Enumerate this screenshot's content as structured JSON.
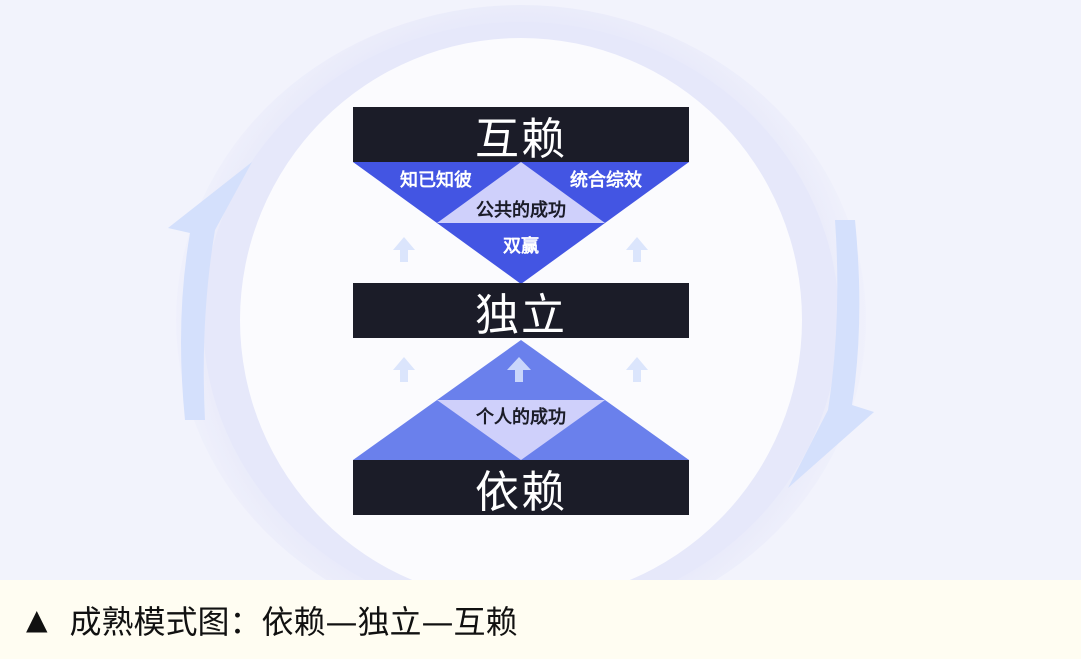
{
  "diagram": {
    "title_caption": "成熟模式图：依赖—独立—互赖",
    "caption_marker": "▲",
    "levels": {
      "top": "互赖",
      "middle": "独立",
      "bottom": "依赖"
    },
    "top_triangle": {
      "left": "知已知彼",
      "right": "统合综效",
      "center": "公共的成功",
      "bottom": "双赢"
    },
    "bottom_triangle": {
      "center": "个人的成功"
    },
    "colors": {
      "band": "#1b1c28",
      "top_triangle": "#4355e3",
      "bottom_triangle": "#6a80ec",
      "diamond": "#cfd0fb",
      "ring_arrow": "#d4e0fc",
      "background": "#f2f3fc",
      "caption_bg": "#fffdf2"
    }
  }
}
